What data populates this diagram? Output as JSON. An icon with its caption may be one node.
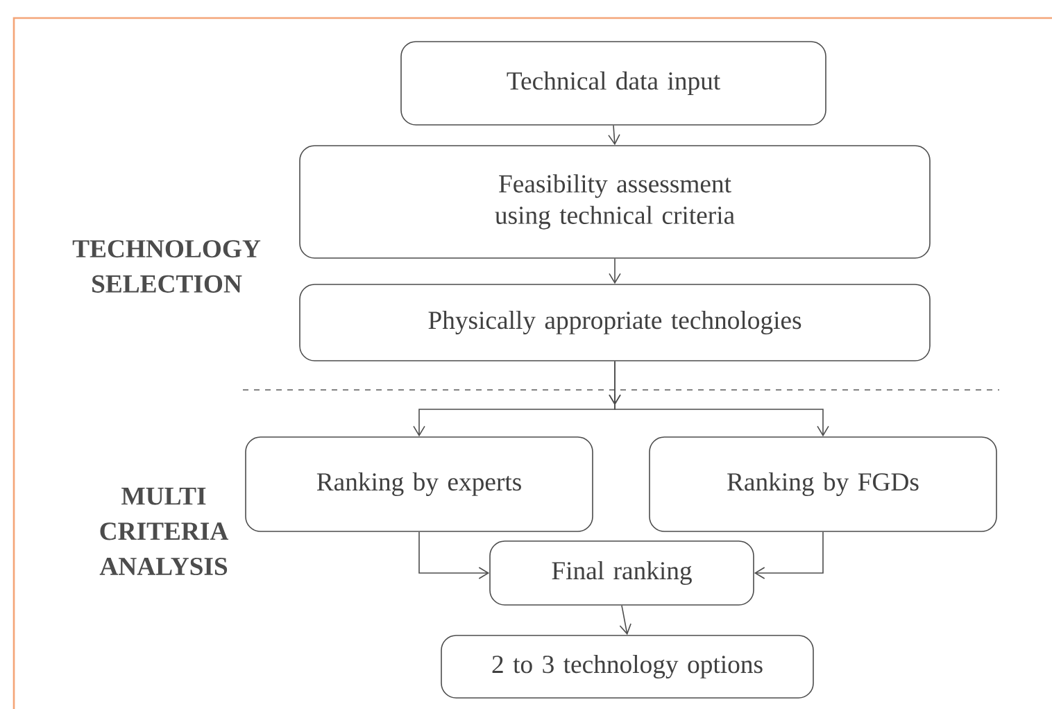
{
  "diagram": {
    "nodes": [
      {
        "text": [
          "Technical data input"
        ]
      },
      {
        "text": [
          "Feasibility assessment using technical criteria"
        ]
      },
      {
        "text": [
          "Physically appropriate technologies"
        ]
      },
      {
        "text": [
          "Ranking by experts"
        ]
      },
      {
        "text": [
          "Ranking by FGDs"
        ]
      },
      {
        "text": [
          "Final ranking"
        ]
      },
      {
        "text": [
          "2 to 3 technology options"
        ]
      }
    ],
    "edges": [
      {
        "from": 0,
        "to": 1,
        "arrow": "to"
      },
      {
        "from": 1,
        "to": 2,
        "arrow": "to"
      },
      {
        "from": 2,
        "to": 3,
        "arrow": "to"
      },
      {
        "from": 2,
        "to": 4,
        "arrow": "to"
      },
      {
        "from": 3,
        "to": 5,
        "arrow": "to"
      },
      {
        "from": 4,
        "to": 5,
        "arrow": "to"
      },
      {
        "from": 5,
        "to": 6,
        "arrow": "to"
      }
    ],
    "labels": [
      "TECHNOLOGY SELECTION",
      "MULTI CRITERIA ANALYSIS"
    ]
  }
}
